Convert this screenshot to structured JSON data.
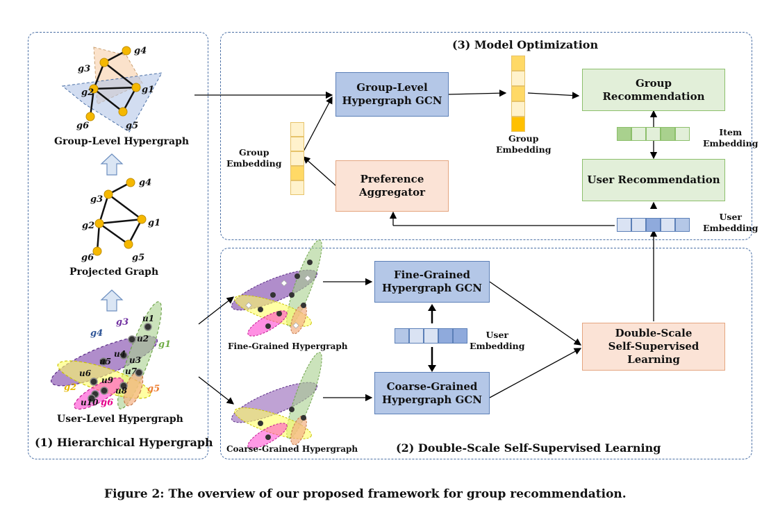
{
  "panels": {
    "hierarchical": "(1) Hierarchical Hypergraph",
    "double_scale": "(2) Double-Scale Self-Supervised Learning",
    "optimization": "(3) Model Optimization"
  },
  "left": {
    "group_hypergraph_caption": "Group-Level Hypergraph",
    "projected_graph_caption": "Projected Graph",
    "user_hypergraph_caption": "User-Level Hypergraph",
    "groups": [
      "g4",
      "g3",
      "g2",
      "g1",
      "g6",
      "g5"
    ],
    "users": [
      "u1",
      "u2",
      "u3",
      "u4",
      "u5",
      "u6",
      "u7",
      "u8",
      "u9",
      "u10"
    ]
  },
  "middle": {
    "fine_caption": "Fine-Grained Hypergraph",
    "coarse_caption": "Coarse-Grained Hypergraph",
    "fine_gcn": "Fine-Grained\nHypergraph GCN",
    "coarse_gcn": "Coarse-Grained\nHypergraph GCN",
    "user_embedding": "User\nEmbedding",
    "double_scale_box": "Double-Scale\nSelf-Supervised Learning"
  },
  "top": {
    "group_gcn": "Group-Level\nHypergraph GCN",
    "preference_aggregator": "Preference\nAggregator",
    "group_embedding_left": "Group\nEmbedding",
    "group_embedding_right": "Group\nEmbedding",
    "group_recommendation": "Group Recommendation",
    "user_recommendation": "User Recommendation",
    "item_embedding": "Item\nEmbedding",
    "user_embedding": "User\nEmbedding"
  },
  "caption": "Figure 2: The overview of our proposed framework for group recommendation.",
  "colors": {
    "group_node": "#f5b800",
    "gcn_blue": "#b4c7e7",
    "recommend_green": "#e2efd9",
    "aggregator_orange": "#fbe3d6",
    "panel_border": "#4a6fa5"
  }
}
